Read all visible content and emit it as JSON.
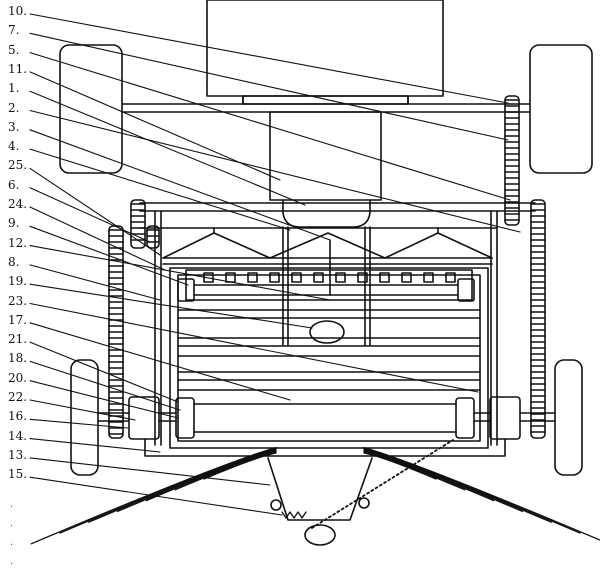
{
  "labels": [
    "10",
    "7",
    "5",
    "11",
    "1",
    "2",
    "3",
    "4",
    "25",
    "6",
    "24",
    "9",
    "12",
    "8",
    "19",
    "23",
    "17",
    "21",
    "18",
    "20",
    "22",
    "16",
    "14",
    "13",
    "15"
  ],
  "label_suffix": ".",
  "spacer_glyph": "."
}
